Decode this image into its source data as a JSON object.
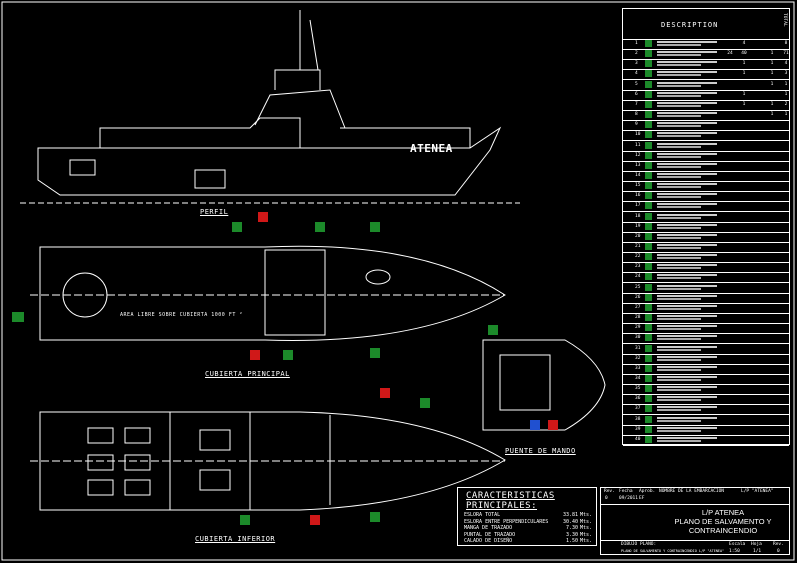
{
  "drawing": {
    "vessel_name": "ATENEA",
    "views": {
      "profile": "PERFIL",
      "main_deck": "CUBIERTA PRINCIPAL",
      "lower_deck": "CUBIERTA INFERIOR",
      "bridge": "PUENTE DE MANDO"
    },
    "deck_area_note": "AREA LIBRE SOBRE CUBIERTA 1000 FT ²"
  },
  "description_table": {
    "title": "DESCRIPTION",
    "total_label": "TOTAL",
    "rows": [
      {
        "n": "1",
        "q": [
          "",
          "4",
          "",
          "",
          "8"
        ]
      },
      {
        "n": "2",
        "q": [
          "24",
          "40",
          "",
          "1",
          "71"
        ]
      },
      {
        "n": "3",
        "q": [
          "",
          "1",
          "",
          "1",
          "4"
        ]
      },
      {
        "n": "4",
        "q": [
          "",
          "1",
          "",
          "1",
          "3"
        ]
      },
      {
        "n": "5",
        "q": [
          "",
          "",
          "",
          "1",
          "1"
        ]
      },
      {
        "n": "6",
        "q": [
          "",
          "1",
          "",
          "",
          "1"
        ]
      },
      {
        "n": "7",
        "q": [
          "",
          "1",
          "",
          "1",
          "2"
        ]
      },
      {
        "n": "8",
        "q": [
          "",
          "",
          "",
          "1",
          "1"
        ]
      }
    ],
    "row_count": 40
  },
  "characteristics": {
    "title": "CARACTERISTICAS PRINCIPALES:",
    "rows": [
      {
        "label": "ESLORA TOTAL",
        "value": "33.81",
        "unit": "Mts."
      },
      {
        "label": "ESLORA ENTRE PERPENDICULARES",
        "value": "30.40",
        "unit": "Mts."
      },
      {
        "label": "MANGA DE TRAZADO",
        "value": "7.30",
        "unit": "Mts."
      },
      {
        "label": "PUNTAL DE TRAZADO",
        "value": "3.30",
        "unit": "Mts."
      },
      {
        "label": "CALADO DE DISEÑO",
        "value": "1.50",
        "unit": "Mts."
      }
    ]
  },
  "title_block": {
    "headers": {
      "rev": "Rev.",
      "date": "Fecha",
      "by": "Aprob.",
      "company": "NOMBRE DE LA EMBARCACION",
      "vessel": "L/P \"ATENEA\""
    },
    "rev_row": {
      "rev": "0",
      "date": "09/2011",
      "by": "EF"
    },
    "title_line1": "L/P ATENEA",
    "title_line2": "PLANO DE SALVAMENTO Y",
    "title_line3": "CONTRAINCENDIO",
    "drawing_label": "DIBUJO PLANO:",
    "drawing_name": "PLANO DE SALVAMENTO Y CONTRAINCENDIO L/P \"ATENEA\"",
    "scale_label": "Escala",
    "scale": "1:50",
    "sheet_label": "Hoja",
    "sheet": "1/1",
    "rev_label": "Rev.",
    "rev_value": "0"
  },
  "colors": {
    "background": "#000000",
    "lines": "#ffffff",
    "safety_green": "#1c8a2a",
    "fire_red": "#d01818"
  }
}
